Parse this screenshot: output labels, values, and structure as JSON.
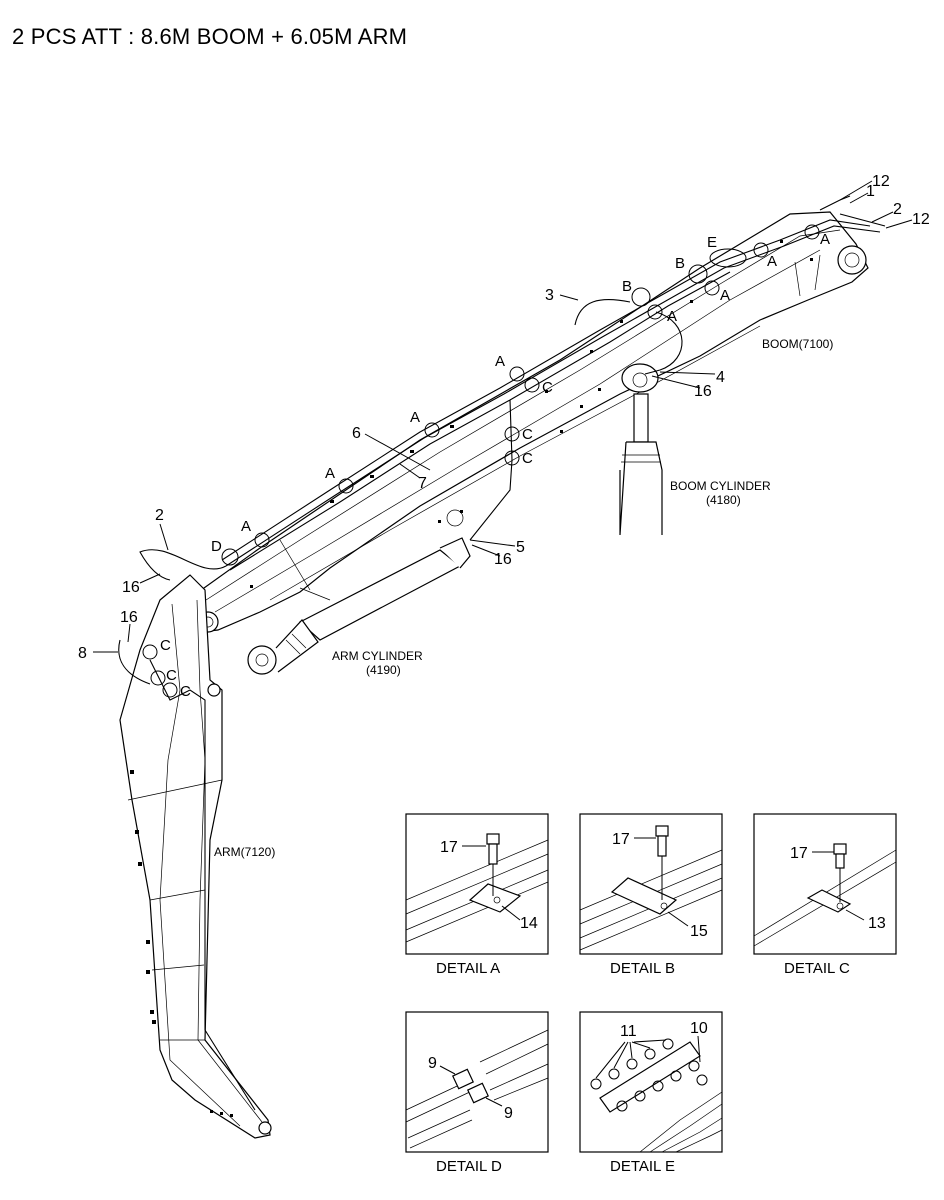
{
  "title": "2 PCS ATT : 8.6M BOOM + 6.05M ARM",
  "components": {
    "boom": "BOOM(7100)",
    "boom_cylinder": [
      "BOOM CYLINDER",
      "(4180)"
    ],
    "arm_cylinder": [
      "ARM CYLINDER",
      "(4190)"
    ],
    "arm": "ARM(7120)"
  },
  "callouts": {
    "n12a": "12",
    "n1": "1",
    "n2a": "2",
    "n12b": "12",
    "n3": "3",
    "n4": "4",
    "n16a": "16",
    "n6": "6",
    "n7": "7",
    "n2b": "2",
    "n16b": "16",
    "n16c": "16",
    "n8": "8",
    "n5": "5",
    "n16d": "16"
  },
  "clamp_letters": {
    "A": "A",
    "B": "B",
    "C": "C",
    "D": "D",
    "E": "E"
  },
  "details": [
    {
      "caption": "DETAIL A",
      "bolt": "17",
      "clamp": "14"
    },
    {
      "caption": "DETAIL B",
      "bolt": "17",
      "clamp": "15"
    },
    {
      "caption": "DETAIL C",
      "bolt": "17",
      "clamp": "13"
    },
    {
      "caption": "DETAIL D",
      "fitting_top": "9",
      "fitting_bottom": "9"
    },
    {
      "caption": "DETAIL E",
      "fitting_left": "11",
      "fitting_right": "10"
    }
  ]
}
